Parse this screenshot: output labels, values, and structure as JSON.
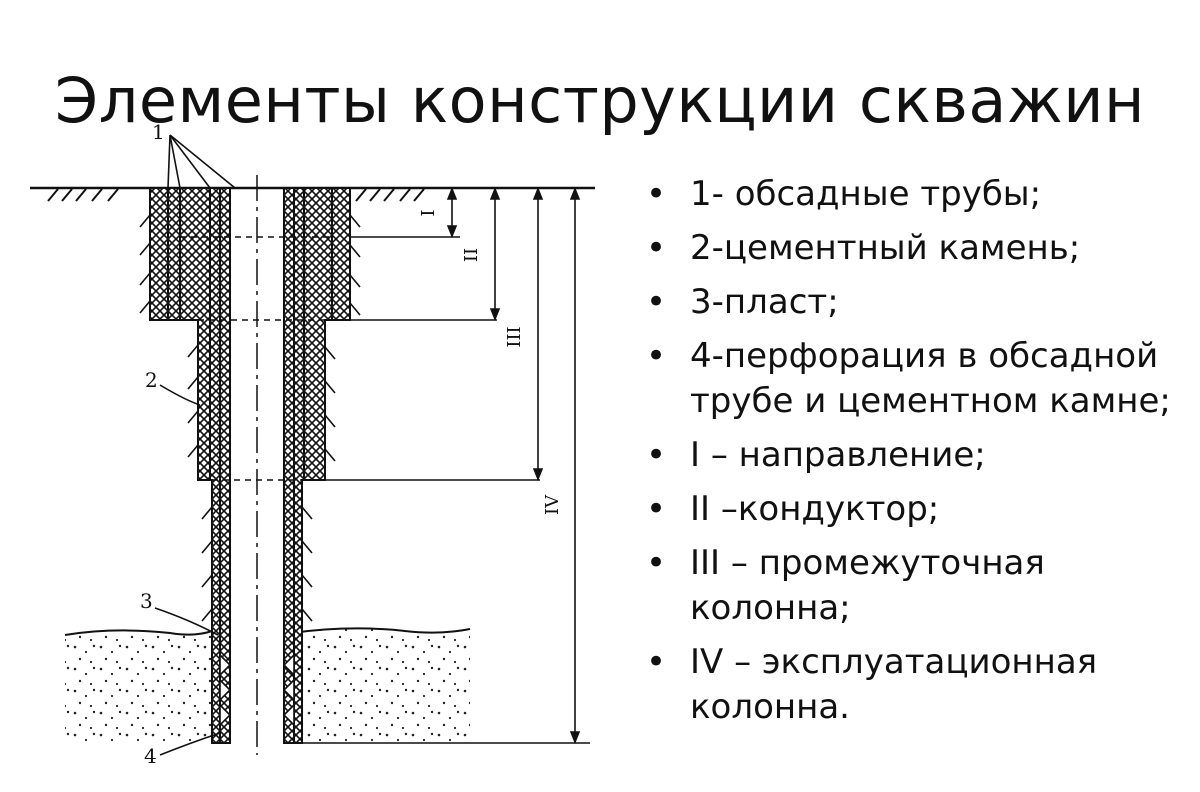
{
  "title": "Элементы конструкции скважин",
  "diagram": {
    "callouts": [
      {
        "id": "1",
        "text": "1"
      },
      {
        "id": "2",
        "text": "2"
      },
      {
        "id": "3",
        "text": "3"
      },
      {
        "id": "4",
        "text": "4"
      }
    ],
    "dimensions": [
      {
        "id": "I",
        "text": "I"
      },
      {
        "id": "II",
        "text": "II"
      },
      {
        "id": "III",
        "text": "III"
      },
      {
        "id": "IV",
        "text": "IV"
      }
    ]
  },
  "legend": {
    "items": [
      {
        "text": "1- обсадные трубы;"
      },
      {
        "text": "2-цементный камень;"
      },
      {
        "text": "3-пласт;"
      },
      {
        "text": "4-перфорация в обсадной трубе и цементном камне;"
      },
      {
        "text": "I – направление;"
      },
      {
        "text": "II –кондуктор;"
      },
      {
        "text": "III – промежуточная колонна;"
      },
      {
        "text": "IV – эксплуатационная колонна."
      }
    ]
  }
}
